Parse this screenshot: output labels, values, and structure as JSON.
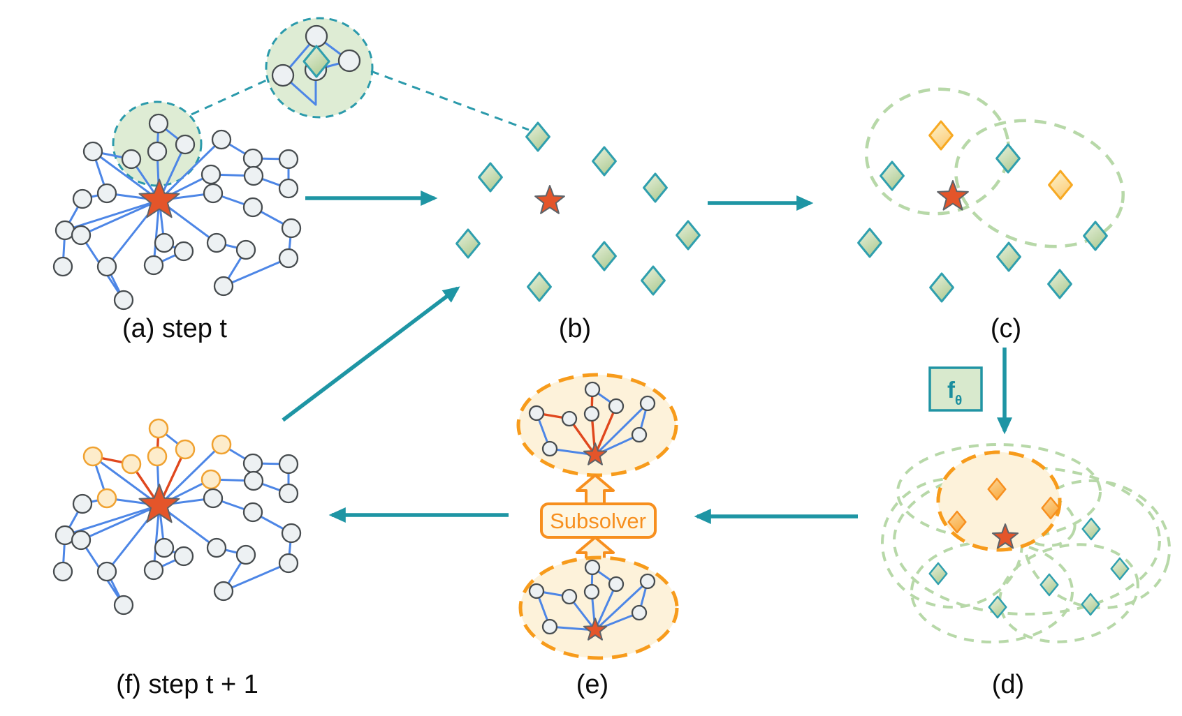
{
  "figure": {
    "panels": {
      "a": {
        "label": "(a) step t"
      },
      "b": {
        "label": "(b)"
      },
      "c": {
        "label": "(c)"
      },
      "d": {
        "label": "(d)"
      },
      "e": {
        "label": "(e)"
      },
      "f": {
        "label": "(f) step t + 1"
      }
    },
    "subsolver": {
      "label": "Subsolver"
    },
    "model_box": {
      "main": "f",
      "sub": "θ"
    },
    "icons": {
      "target_star": "star-icon",
      "embedding": "diamond-icon",
      "graph_node": "circle-node-icon",
      "cluster_region": "dashed-ellipse-icon"
    },
    "colors": {
      "teal_arrow": "#1e95a4",
      "teal_dash": "#2b9aab",
      "blue_edge": "#4d86e6",
      "red_edge": "#e0471d",
      "gray_node_fill": "#edf1f3",
      "orange_node_fill": "#fdeccb",
      "star_fill": "#e4552a",
      "green_zone_fill": "#deecd4",
      "green_diamond_fill": "#c3d9ab",
      "green_diamond_border": "#2f9fae",
      "orange_diamond_fill": "#fbd285",
      "orange_diamond_border": "#f7a922",
      "light_green_dash": "#b7d8a8",
      "orange_dash": "#f79b1b",
      "cream_fill": "#fdf2da",
      "subsolver_text": "#f78f1e",
      "model_text": "#1a8e9e",
      "label_text": "#0b0b0b"
    }
  }
}
